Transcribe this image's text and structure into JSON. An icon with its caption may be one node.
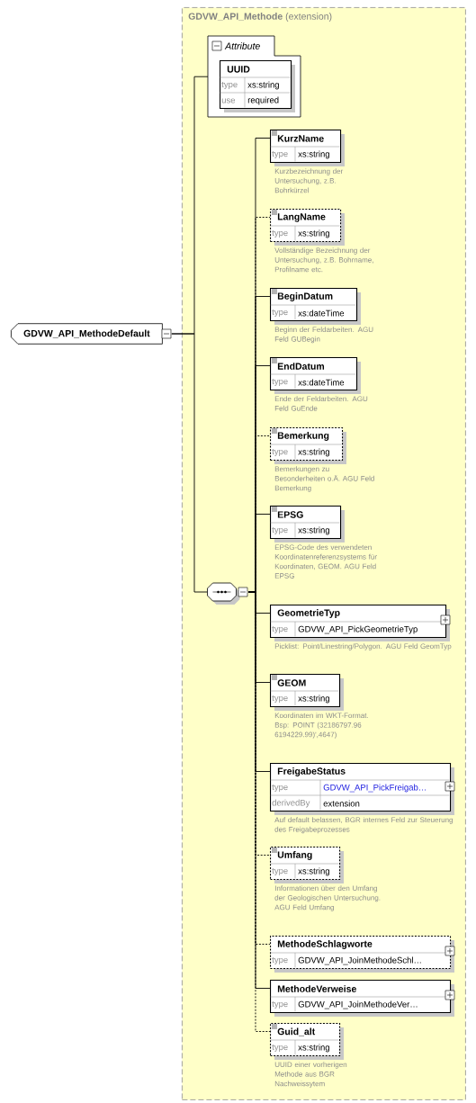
{
  "diagram": {
    "nodes": [
      {
        "text": [
          "GDVW_API_MethodeDefault"
        ]
      },
      {
        "text": [
          "GDVW_API_Methode",
          "(extension)"
        ]
      },
      {
        "text": [
          "Attribute"
        ],
        "in": 1
      },
      {
        "text": [
          "UUID",
          "type",
          "xs:string",
          "use",
          "required"
        ],
        "in": 2
      },
      {
        "text": [],
        "shape": "octagon",
        "in": 1
      },
      {
        "text": [
          "KurzName",
          "type",
          "xs:string"
        ],
        "beside": [
          "Kurzbezeichnung der Untersuchung, z.B. Bohrkürzel"
        ],
        "in": 1
      },
      {
        "text": [
          "LangName",
          "type",
          "xs:string"
        ],
        "beside": [
          "Vollständige Bezeichnung der Untersuchung, z.B. Bohrname, Profilname etc."
        ],
        "in": 1
      },
      {
        "text": [
          "BeginDatum",
          "type",
          "xs:dateTime"
        ],
        "beside": [
          "Beginn der Feldarbeiten. AGU Feld GUBegin"
        ],
        "in": 1
      },
      {
        "text": [
          "EndDatum",
          "type",
          "xs:dateTime"
        ],
        "beside": [
          "Ende der Feldarbeiten. AGU Feld GuEnde"
        ],
        "in": 1
      },
      {
        "text": [
          "Bemerkung",
          "type",
          "xs:string"
        ],
        "beside": [
          "Bemerkungen zu Besonderheiten o.Ä. AGU Feld Bemerkung"
        ],
        "in": 1
      },
      {
        "text": [
          "EPSG",
          "type",
          "xs:string"
        ],
        "beside": [
          "EPSG-Code des verwendeten Koordinatenreferenzsystems für Koordinaten, GEOM. AGU Feld EPSG"
        ],
        "in": 1
      },
      {
        "text": [
          "GeometrieTyp",
          "type",
          "GDVW_API_PickGeometrieTyp"
        ],
        "beside": [
          "Picklist: Point/Linestring/Polygon. AGU Feld GeomTyp"
        ],
        "in": 1
      },
      {
        "text": [
          "GEOM",
          "type",
          "xs:string"
        ],
        "beside": [
          "Koordinaten im WKT-Format. Bsp: POINT (32186797.96 6194229.99)',4647)"
        ],
        "in": 1
      },
      {
        "text": [
          "FreigabeStatus",
          "type",
          "GDVW_API_PickFreigab…",
          "derivedBy",
          "extension"
        ],
        "beside": [
          "Auf default belassen, BGR internes Feld zur Steuerung des Freigabeprozesses"
        ],
        "in": 1
      },
      {
        "text": [
          "Umfang",
          "type",
          "xs:string"
        ],
        "beside": [
          "Informationen über den Umfang der Geologischen Untersuchung. AGU Feld Umfang"
        ],
        "in": 1
      },
      {
        "text": [
          "MethodeSchlagworte",
          "type",
          "GDVW_API_JoinMethodeSchl…"
        ],
        "in": 1
      },
      {
        "text": [
          "MethodeVerweise",
          "type",
          "GDVW_API_JoinMethodeVer…"
        ],
        "in": 1
      },
      {
        "text": [
          "Guid_alt",
          "type",
          "xs:string"
        ],
        "beside": [
          "UUID einer vorherigen Methode aus BGR Nachweissytem"
        ],
        "in": 1
      }
    ],
    "edges": [
      {
        "from": 0,
        "to": 2,
        "arrow": "none"
      },
      {
        "from": 0,
        "to": 4,
        "arrow": "none"
      },
      {
        "from": 4,
        "to": 5,
        "arrow": "none"
      },
      {
        "from": 4,
        "to": 6,
        "arrow": "none",
        "style": "dashed"
      },
      {
        "from": 4,
        "to": 7,
        "arrow": "none"
      },
      {
        "from": 4,
        "to": 8,
        "arrow": "none"
      },
      {
        "from": 4,
        "to": 9,
        "arrow": "none",
        "style": "dashed"
      },
      {
        "from": 4,
        "to": 10,
        "arrow": "none"
      },
      {
        "from": 4,
        "to": 11,
        "arrow": "none"
      },
      {
        "from": 4,
        "to": 12,
        "arrow": "none"
      },
      {
        "from": 4,
        "to": 13,
        "arrow": "none"
      },
      {
        "from": 4,
        "to": 14,
        "arrow": "none",
        "style": "dashed"
      },
      {
        "from": 4,
        "to": 15,
        "arrow": "none",
        "style": "dashed"
      },
      {
        "from": 4,
        "to": 16,
        "arrow": "none"
      },
      {
        "from": 4,
        "to": 17,
        "arrow": "none",
        "style": "dashed"
      }
    ]
  }
}
